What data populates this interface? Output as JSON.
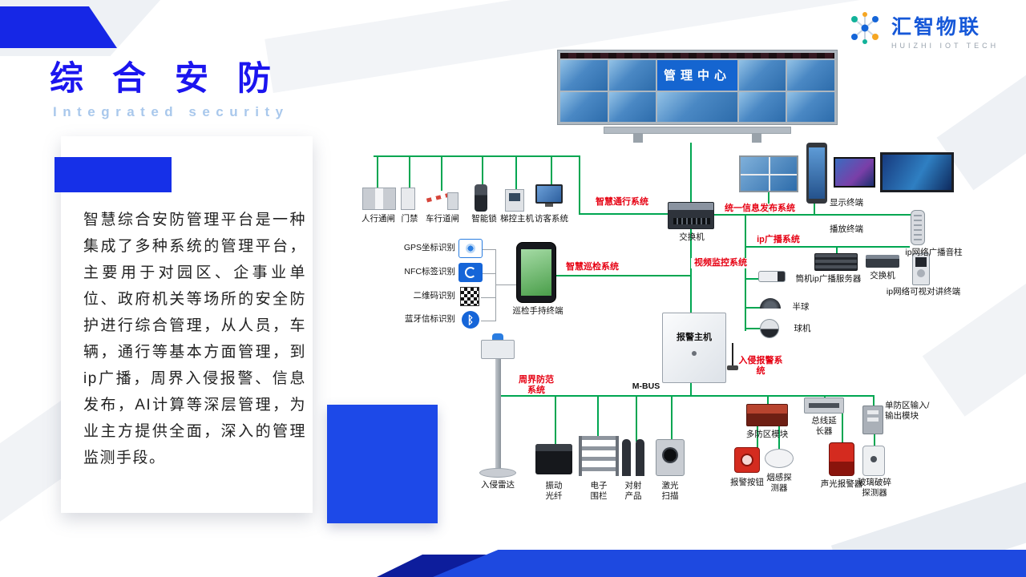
{
  "logo": {
    "name": "汇智物联",
    "tagline": "HUIZHI IOT TECH"
  },
  "header": {
    "title": "综合安防",
    "subtitle": "Integrated security"
  },
  "intro": "智慧综合安防管理平台是一种集成了多种系统的管理平台，主要用于对园区、企事业单位、政府机关等场所的安全防护进行综合管理，从人员，车辆，通行等基本方面管理，到ip广播，周界入侵报警、信息发布，AI计算等深层管理，为业主方提供全面，深入的管理监测手段。",
  "icons": {
    "bluetooth": "ᛒ"
  },
  "colors": {
    "accent_blue": "#1b2ae8",
    "line_green": "#00a651",
    "label_red": "#e60012"
  },
  "diagram": {
    "control_center": "管理中心",
    "switch_main": "交换机",
    "alarm_host": "报警主机",
    "mbus": "M-BUS",
    "systems": {
      "passage": "智慧通行系统",
      "inspection": "智慧巡检系统",
      "info_release": "统一信息发布系统",
      "ip_broadcast": "ip广播系统",
      "video_monitor": "视频监控系统",
      "intrusion_alarm": "入侵报警系统",
      "perimeter": "周界防范系统"
    },
    "passage_devices": [
      "人行通闸",
      "门禁",
      "车行道闸",
      "智能锁",
      "梯控主机",
      "访客系统"
    ],
    "inspection_methods": [
      "GPS坐标识别",
      "NFC标签识别",
      "二维码识别",
      "蓝牙信标识别"
    ],
    "inspection_terminal": "巡检手持终端",
    "info_devices": [
      "显示终端",
      "播放终端"
    ],
    "broadcast_devices": [
      "ip广播服务器",
      "交换机",
      "ip网络广播音柱",
      "ip网络可视对讲终端"
    ],
    "camera_devices": [
      "筒机",
      "半球",
      "球机"
    ],
    "perimeter_devices": [
      "入侵雷达",
      "振动光纤",
      "电子围栏",
      "对射产品",
      "激光扫描"
    ],
    "alarm_devices": [
      "多防区模块",
      "总线延长器",
      "单防区输入/输出模块",
      "报警按钮",
      "烟感探测器",
      "声光报警器",
      "玻璃破碎探测器"
    ]
  }
}
